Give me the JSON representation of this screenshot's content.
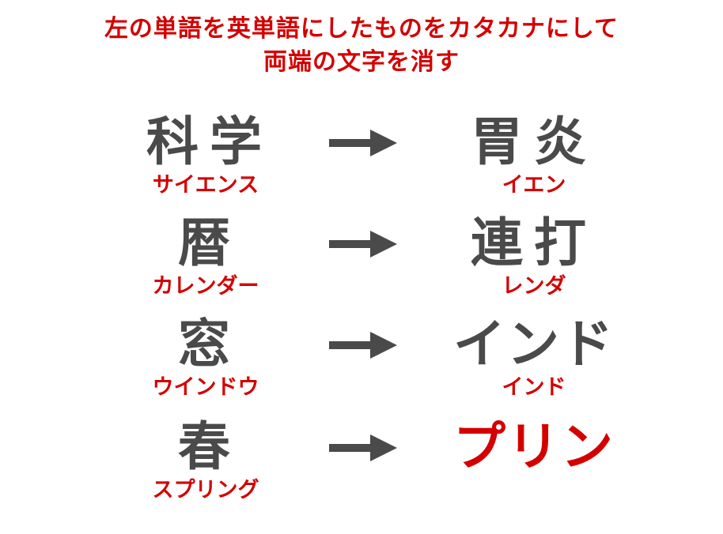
{
  "title": {
    "line1": "左の単語を英単語にしたものをカタカナにして",
    "line2": "両端の文字を消す"
  },
  "colors": {
    "accent": "#d40000",
    "word": "#4a4a4a",
    "arrow": "#4a4a4a"
  },
  "arrow_icon": "right-arrow-icon",
  "rows": [
    {
      "source": "科学",
      "source_reading": "サイエンス",
      "result": "胃炎",
      "result_reading": "イエン"
    },
    {
      "source": "暦",
      "source_reading": "カレンダー",
      "result": "連打",
      "result_reading": "レンダ"
    },
    {
      "source": "窓",
      "source_reading": "ウインドウ",
      "result": "インド",
      "result_reading": "インド"
    },
    {
      "source": "春",
      "source_reading": "スプリング",
      "result": "プリン"
    }
  ]
}
